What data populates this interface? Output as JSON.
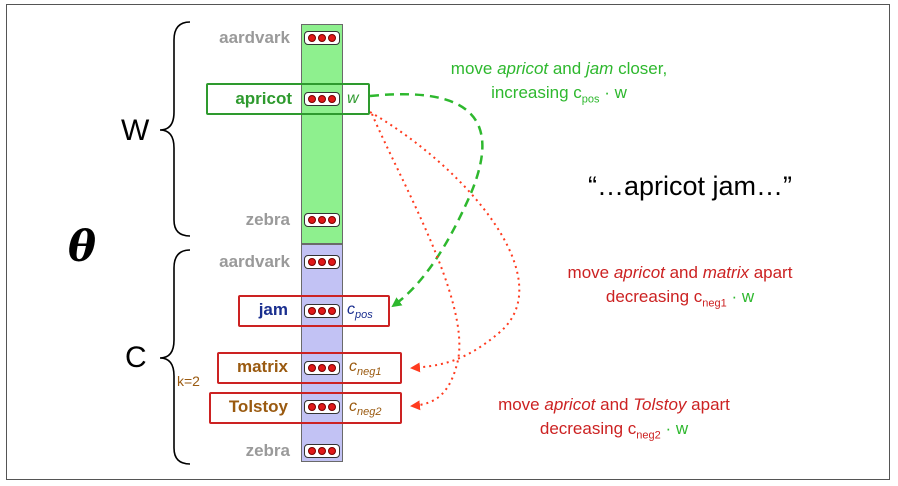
{
  "theta": "θ",
  "w_label": "W",
  "c_label": "C",
  "k_label": "k=2",
  "quote": "“…apricot jam…”",
  "w_words": {
    "top": "aardvark",
    "target": "apricot",
    "bottom": "zebra"
  },
  "w_symbol": "w",
  "c_words": {
    "top": "aardvark",
    "pos": "jam",
    "neg1": "matrix",
    "neg2": "Tolstoy",
    "bottom": "zebra"
  },
  "c_symbols": {
    "base": "c",
    "pos": "pos",
    "neg1": "neg1",
    "neg2": "neg2"
  },
  "note_pos": {
    "line1_pre": "move ",
    "line1_w1": "apricot",
    "line1_mid": " and ",
    "line1_w2": "jam",
    "line1_post": " closer,",
    "line2_pre": "increasing c",
    "line2_sub": "pos",
    "line2_post": " · w"
  },
  "note_neg1": {
    "line1_pre": "move ",
    "line1_w1": "apricot",
    "line1_mid": " and ",
    "line1_w2": "matrix",
    "line1_post": " apart",
    "line2_pre": "decreasing c",
    "line2_sub": "neg1",
    "line2_post": " · w"
  },
  "note_neg2": {
    "line1_pre": "move ",
    "line1_w1": "apricot",
    "line1_mid": " and ",
    "line1_w2": "Tolstoy",
    "line1_post": " apart",
    "line2_pre": "decreasing c",
    "line2_sub": "neg2",
    "line2_post": " · w"
  },
  "colors": {
    "green": "#2e9a2e",
    "red": "#cc2222",
    "blue": "#1a2f8f",
    "brown": "#9a5a10",
    "gray": "#9a9a9a"
  }
}
